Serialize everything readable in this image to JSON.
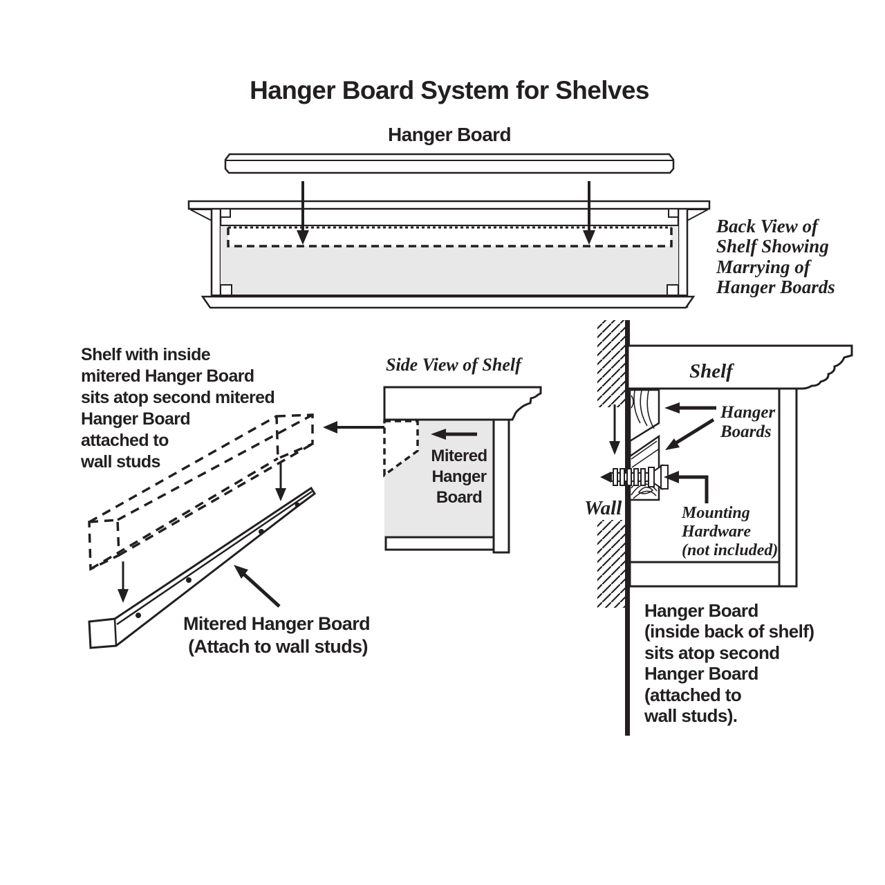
{
  "title": "Hanger Board System for Shelves",
  "colors": {
    "ink": "#231f20",
    "panel_gray": "#e8e8e8",
    "background": "#ffffff"
  },
  "top_view": {
    "board_label": "Hanger Board",
    "caption_lines": [
      "Back View of",
      "Shelf Showing",
      "Marrying of",
      "Hanger Boards"
    ]
  },
  "exploded_view": {
    "note_lines": [
      "Shelf with inside",
      "mitered Hanger Board",
      "sits atop second mitered",
      "Hanger Board",
      "attached to",
      "wall studs"
    ],
    "caption_lines": [
      "Mitered Hanger Board",
      "(Attach to wall studs)"
    ]
  },
  "side_view": {
    "title": "Side View of Shelf",
    "label_lines": [
      "Mitered",
      "Hanger",
      "Board"
    ]
  },
  "wall_section": {
    "shelf_label": "Shelf",
    "wall_label": "Wall",
    "hanger_boards_lines": [
      "Hanger",
      "Boards"
    ],
    "mounting_lines": [
      "Mounting",
      "Hardware",
      "(not included)"
    ],
    "note_lines": [
      "Hanger Board",
      "(inside back of shelf)",
      "sits atop second",
      "Hanger Board",
      "(attached to",
      "wall studs)."
    ]
  }
}
